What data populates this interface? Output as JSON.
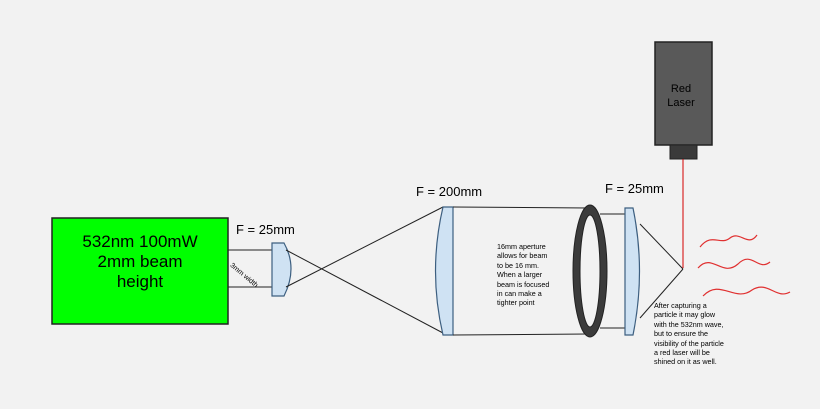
{
  "source_box": {
    "lines": [
      "532nm 100mW",
      "2mm beam",
      "height"
    ],
    "fill_color": "#00ff00"
  },
  "lens1": {
    "focal_label": "F = 25mm",
    "width_note": "3mm width"
  },
  "lens2": {
    "focal_label": "F = 200mm"
  },
  "aperture_note": {
    "lines": [
      "16mm aperture",
      "allows for beam",
      "to be 16 mm.",
      "When a larger",
      "beam is focused",
      "in can make a",
      "tighter point"
    ]
  },
  "lens3": {
    "focal_label": "F = 25mm"
  },
  "red_laser": {
    "lines": [
      "Red",
      "Laser"
    ],
    "beam_color": "#d40000"
  },
  "capture_note": {
    "lines": [
      "After capturing a",
      "particle it may glow",
      "with the 532nm wave,",
      "but to ensure the",
      "visibility of the particle",
      "a red laser will be",
      "shined on it as well."
    ]
  },
  "colors": {
    "lens_fill": "#cfe2f3",
    "lens_stroke": "#3d5f80",
    "laser_body": "#595959"
  }
}
